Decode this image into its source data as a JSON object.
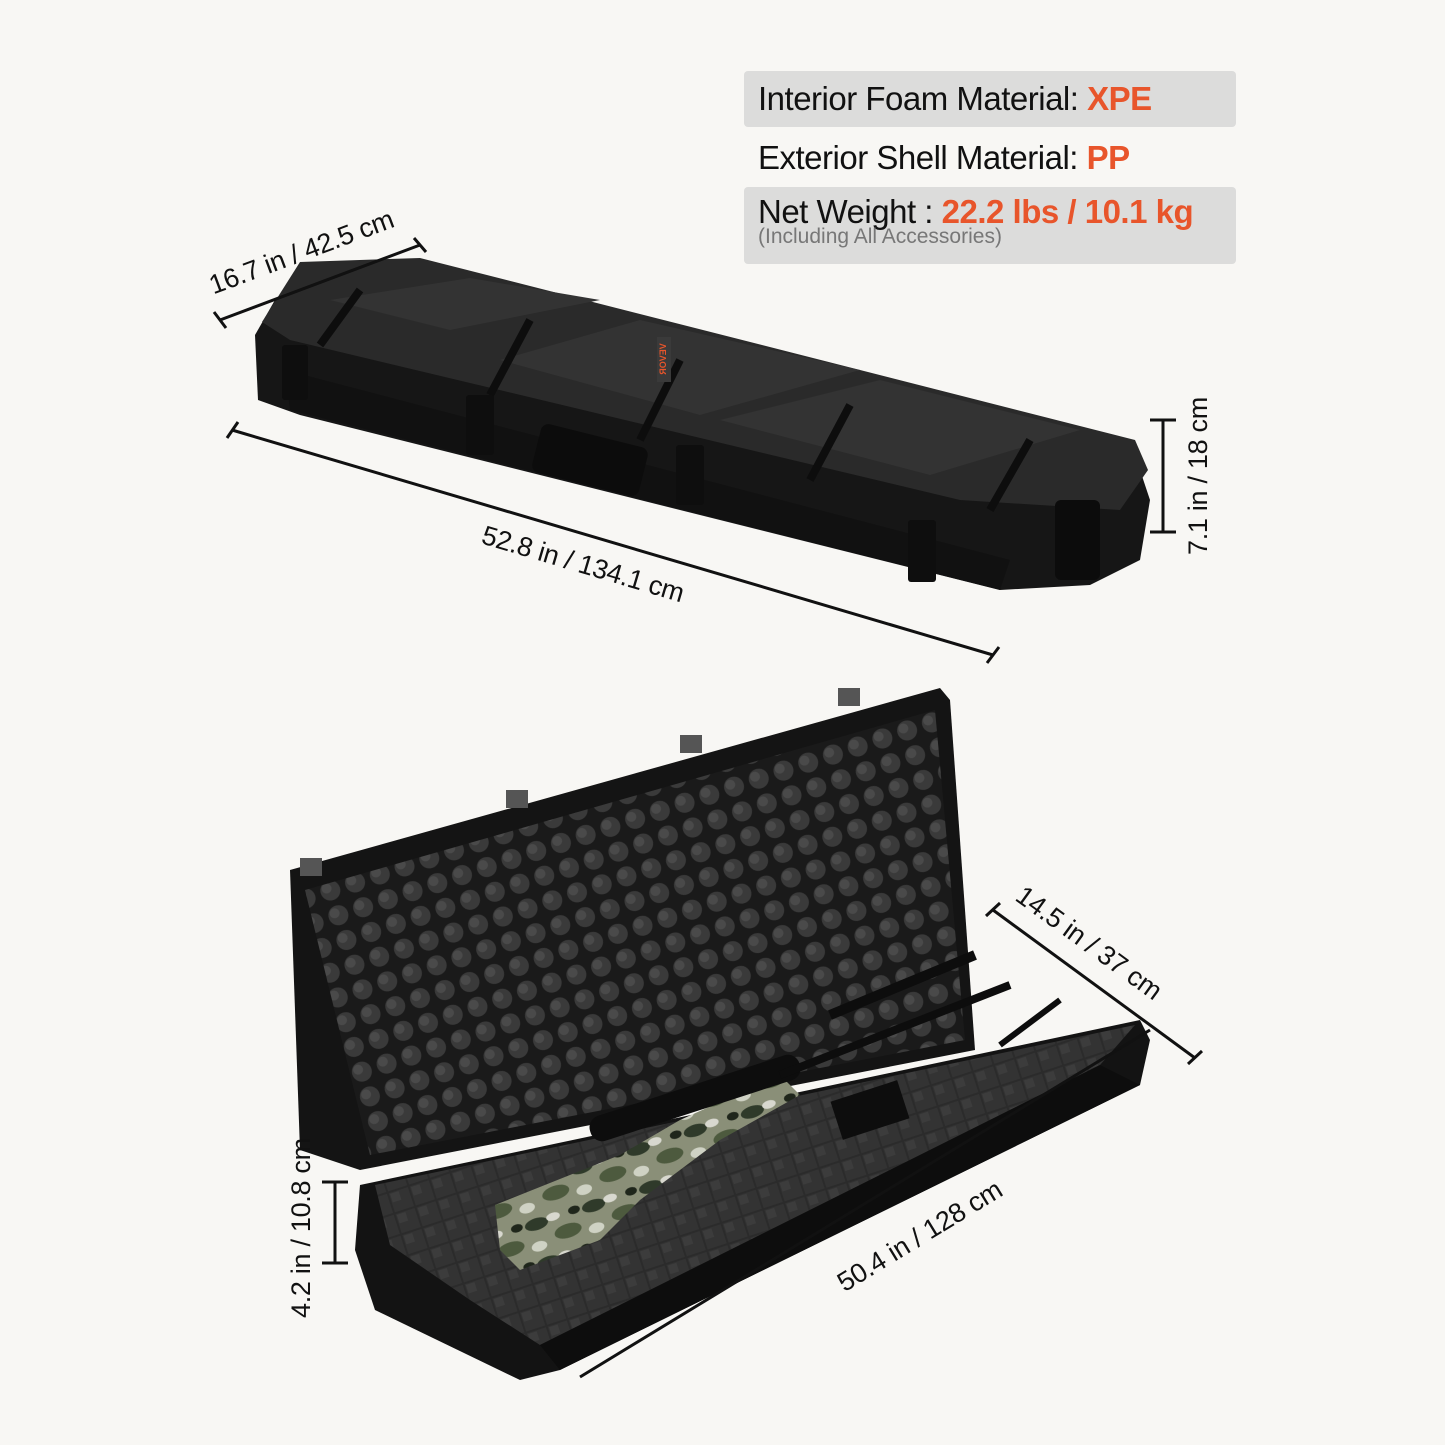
{
  "specs": {
    "foam": {
      "label": "Interior Foam Material: ",
      "value": "XPE"
    },
    "shell": {
      "label": "Exterior Shell Material: ",
      "value": "PP"
    },
    "weight": {
      "label": "Net Weight : ",
      "value": "22.2 lbs / 10.1 kg",
      "note": "(Including All Accessories)"
    }
  },
  "dimensions": {
    "closed_width": "16.7 in / 42.5 cm",
    "closed_length": "52.8 in / 134.1 cm",
    "closed_height": "7.1 in / 18 cm",
    "interior_width": "14.5 in / 37 cm",
    "interior_length": "50.4 in / 128 cm",
    "interior_depth": "4.2 in / 10.8 cm"
  },
  "brand": {
    "logo_text": "VEVOR"
  },
  "colors": {
    "accent": "#e8552b",
    "background": "#f8f7f4",
    "spec_shade": "#dcdcdb",
    "case_body": "#1c1c1c",
    "foam": "#2a2a2a"
  }
}
